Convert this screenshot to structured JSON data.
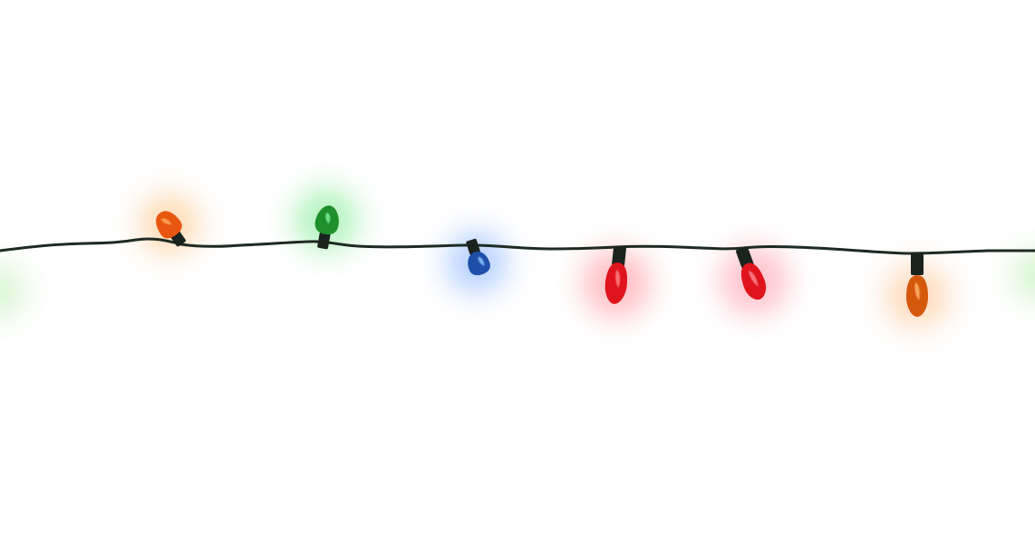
{
  "scene": {
    "background": "#ffffff",
    "wire_color": "#1d2a22",
    "bulb_colors": {
      "orange": "#e8560f",
      "green": "#1f8f2c",
      "blue": "#1f4fa8",
      "red": "#e0141c",
      "amber": "#d4580c",
      "edge-green": "#7fdc6a"
    },
    "bulbs": [
      {
        "name": "bulb-orange",
        "color": "orange"
      },
      {
        "name": "bulb-green",
        "color": "green"
      },
      {
        "name": "bulb-blue",
        "color": "blue"
      },
      {
        "name": "bulb-red-1",
        "color": "red"
      },
      {
        "name": "bulb-red-2",
        "color": "red"
      },
      {
        "name": "bulb-amber",
        "color": "amber"
      }
    ]
  }
}
